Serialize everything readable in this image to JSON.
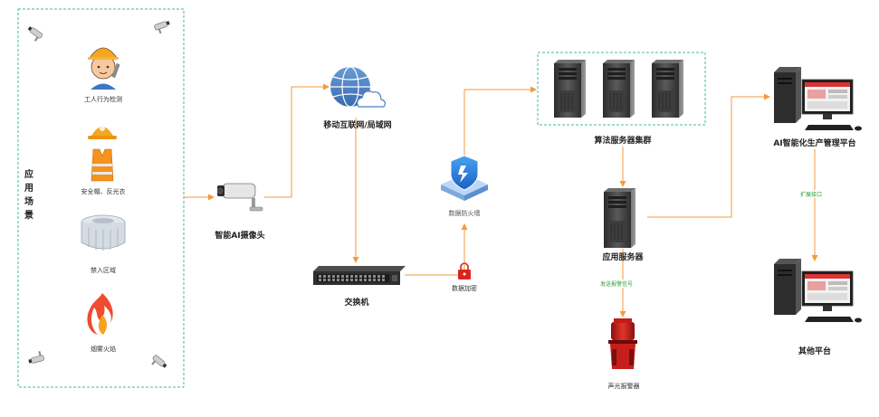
{
  "scene": {
    "title": "应用场景",
    "items": [
      "工人行为检测",
      "安全帽、反光衣",
      "禁入区域",
      "烟雾火焰"
    ]
  },
  "nodes": {
    "camera": "智能AI摄像头",
    "internet": "移动互联网/局域网",
    "switch": "交换机",
    "firewall": "数据防火墙",
    "encrypt": "数据加密",
    "cluster": "算法服务器集群",
    "app_server": "应用服务器",
    "alarm": "声光报警器",
    "platform": "AI智能化生产管理平台",
    "other": "其他平台"
  },
  "edges": {
    "alarm_signal": "发送报警信号",
    "extend_api": "扩展接口"
  },
  "colors": {
    "arrow": "#f39a3b",
    "dashed_border": "#3cb8a8",
    "green_text": "#2e9e3e",
    "globe": "#4a7fc0",
    "fire": "#ef4b2f",
    "alarm_red": "#d9241e"
  }
}
